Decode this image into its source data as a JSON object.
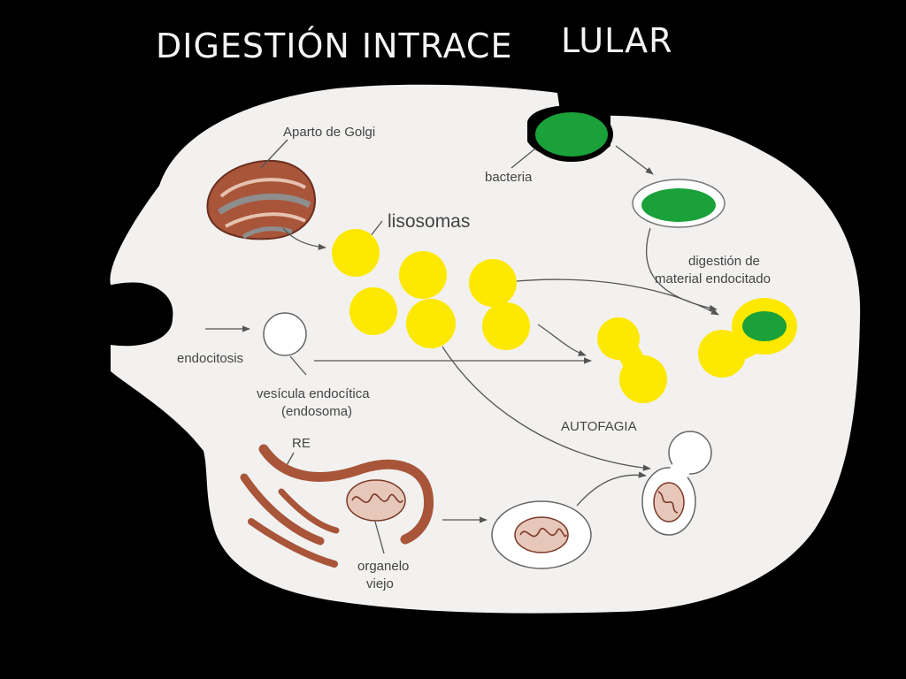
{
  "title": {
    "part1": "DIGESTIÓN  INTRACE",
    "part2": "LULAR"
  },
  "labels": {
    "golgi": "Aparto de Golgi",
    "bacteria": "bacteria",
    "lisosomas": "lisosomas",
    "digestion_line1": "digestión de",
    "digestion_line2": "material endocitado",
    "endocitosis": "endocitosis",
    "vesicula_line1": "vesícula endocítica",
    "vesicula_line2": "(endosoma)",
    "autofagia": "AUTOFAGIA",
    "re": "RE",
    "organelo_line1": "organelo",
    "organelo_line2": "viejo"
  },
  "colors": {
    "cell": "#f2f1ef",
    "lysosome": "#fde800",
    "bacteria": "#1aa13a",
    "organelle": "#a8553a"
  }
}
